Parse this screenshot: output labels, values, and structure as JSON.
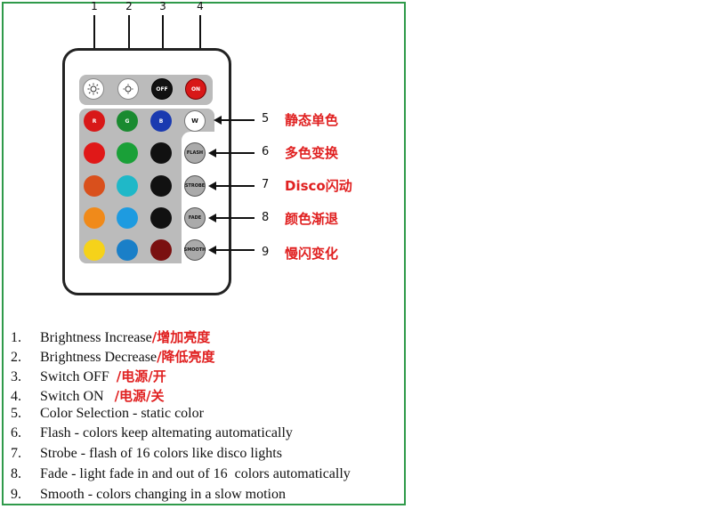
{
  "top_numbers": [
    "1",
    "2",
    "3",
    "4"
  ],
  "buttons": {
    "off": "OFF",
    "on": "ON",
    "r": "R",
    "g": "G",
    "b": "B",
    "w": "W",
    "flash": "FLASH",
    "strobe": "STROBE",
    "fade": "FADE",
    "smooth": "SMOOTH"
  },
  "colors": {
    "frame": "#2f9a4a",
    "accent_red": "#e02020",
    "grid": [
      [
        "#e01818",
        "#1aa038",
        "#111111"
      ],
      [
        "#d9501c",
        "#1fb8c8",
        "#111111"
      ],
      [
        "#f08a1a",
        "#1e9be0",
        "#111111"
      ],
      [
        "#f5d21a",
        "#1a7fc8",
        "#7a1010"
      ]
    ],
    "top_row": [
      "#d81818",
      "#1a8a30",
      "#1a3ab0",
      "#ffffff"
    ]
  },
  "side_labels": [
    {
      "num": "5",
      "cn": "静态单色"
    },
    {
      "num": "6",
      "cn": "多色变换"
    },
    {
      "num": "7",
      "cn": "Disco闪动"
    },
    {
      "num": "8",
      "cn": "颜色渐退"
    },
    {
      "num": "9",
      "cn": "慢闪变化"
    }
  ],
  "list": [
    {
      "idx": "1.",
      "text": "Brightness Increase ",
      "red": "/增加亮度"
    },
    {
      "idx": "2.",
      "text": "Brightness Decrease",
      "red": "/降低亮度"
    },
    {
      "idx": "3.",
      "text": "Switch OFF  ",
      "red": "/电源/开"
    },
    {
      "idx": "4.",
      "text": "Switch ON   ",
      "red": "/电源/关"
    },
    {
      "idx": "5.",
      "text": "Color Selection - static color",
      "red": ""
    },
    {
      "idx": "6.",
      "text": "Flash - colors keep altemating automatically",
      "red": ""
    },
    {
      "idx": "7.",
      "text": "Strobe - flash of 16 colors like disco lights",
      "red": ""
    },
    {
      "idx": "8.",
      "text": "Fade - light fade in and out of 16  colors automatically",
      "red": ""
    },
    {
      "idx": "9.",
      "text": "Smooth - colors changing in a slow motion",
      "red": ""
    }
  ]
}
